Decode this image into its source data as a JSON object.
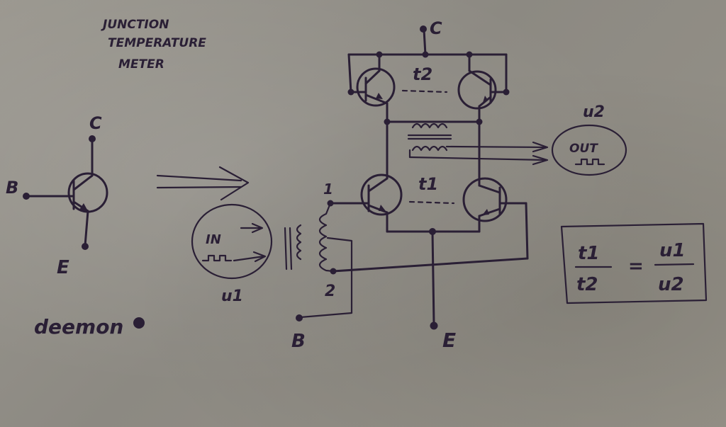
{
  "title_lines": [
    "JUNCTION",
    "TEMPERATURE",
    "METER"
  ],
  "signature": "deemon",
  "transistor_symbol": {
    "collector": "C",
    "base": "B",
    "emitter": "E"
  },
  "circuit": {
    "collector": "C",
    "base": "B",
    "emitter": "E",
    "upper_pair_temp": "t2",
    "lower_pair_temp": "t1",
    "input_label": "IN",
    "input_voltage": "u1",
    "output_label": "OUT",
    "output_voltage": "u2",
    "winding_tap_1": "1",
    "winding_tap_2": "2"
  },
  "formula": {
    "lhs_num": "t1",
    "lhs_den": "t2",
    "rhs_num": "u1",
    "rhs_den": "u2",
    "equals": "="
  }
}
